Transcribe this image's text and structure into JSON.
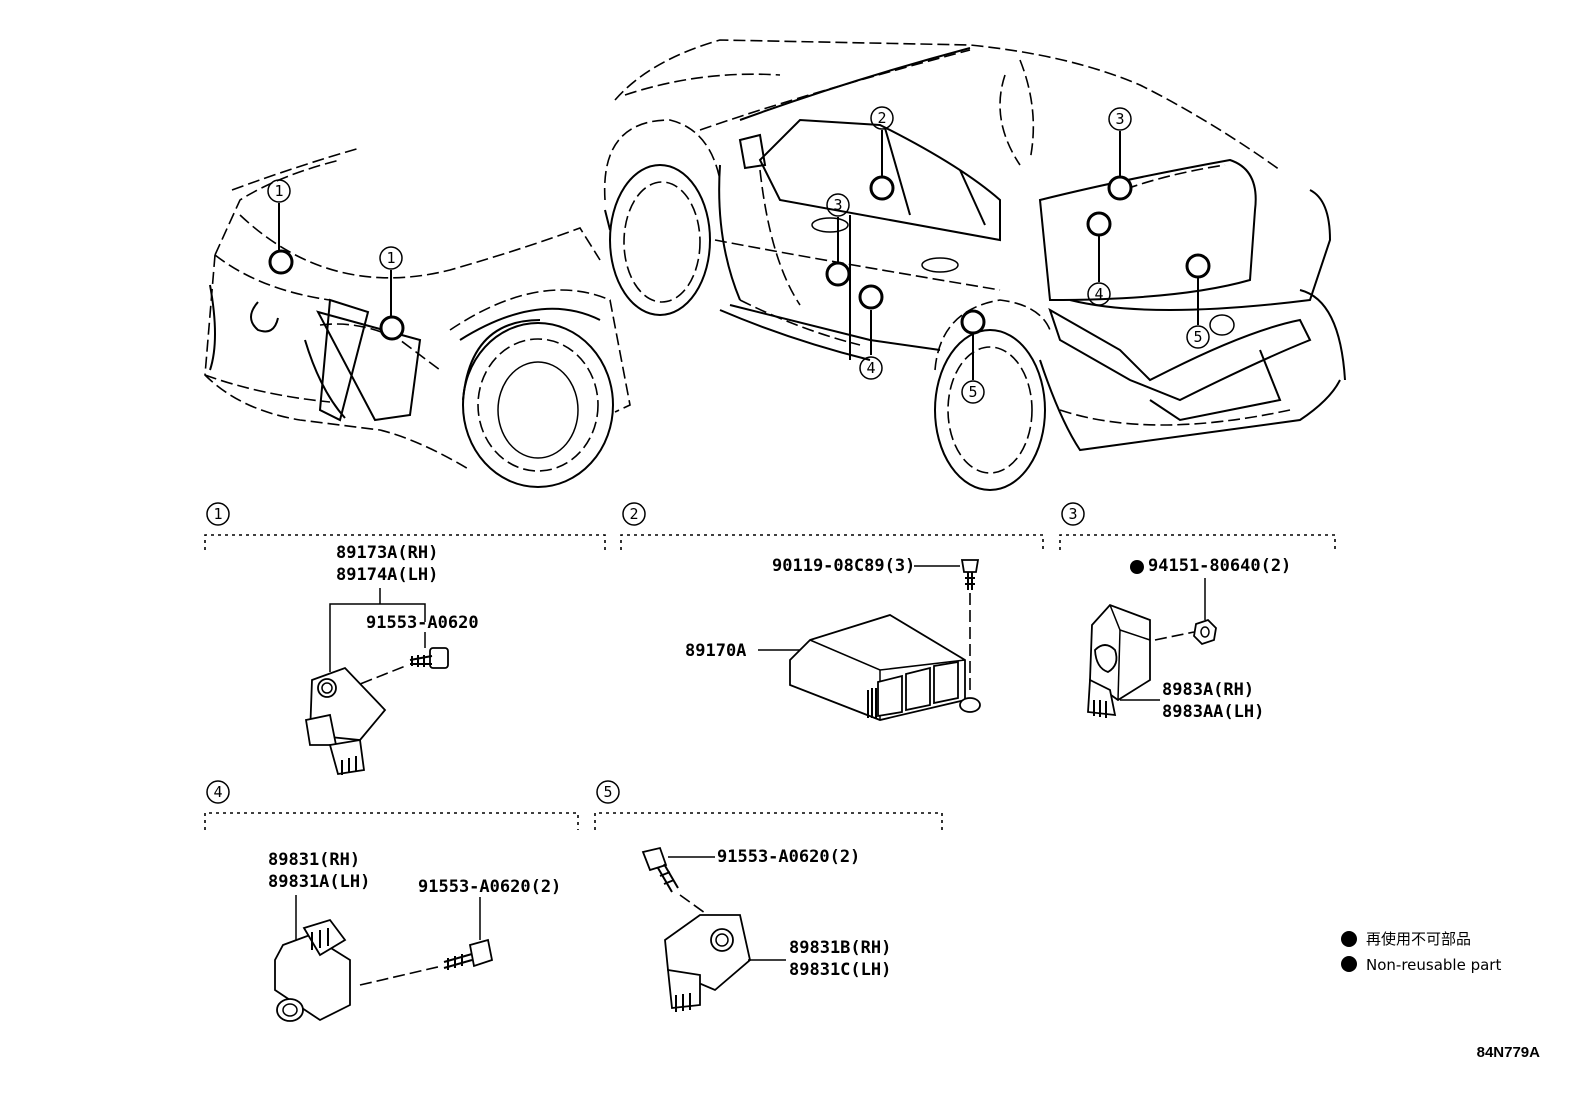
{
  "diagram_code": "84N779A",
  "legend": {
    "jp": "再使用不可部品",
    "en": "Non-reusable part"
  },
  "location_callouts": [
    "1",
    "1",
    "2",
    "3",
    "3",
    "4",
    "4",
    "5",
    "5"
  ],
  "groups": [
    {
      "id": "1",
      "parts": {
        "sensor_rh": "89173A(RH)",
        "sensor_lh": "89174A(LH)",
        "bolt": "91553-A0620"
      }
    },
    {
      "id": "2",
      "parts": {
        "screw": "90119-08C89(3)",
        "ecu": "89170A"
      }
    },
    {
      "id": "3",
      "parts": {
        "nut": "94151-80640(2)",
        "sensor_rh": "8983A(RH)",
        "sensor_lh": "8983AA(LH)"
      }
    },
    {
      "id": "4",
      "parts": {
        "sensor_rh": "89831(RH)",
        "sensor_lh": "89831A(LH)",
        "bolt": "91553-A0620(2)"
      }
    },
    {
      "id": "5",
      "parts": {
        "bolt": "91553-A0620(2)",
        "sensor_rh": "89831B(RH)",
        "sensor_lh": "89831C(LH)"
      }
    }
  ]
}
